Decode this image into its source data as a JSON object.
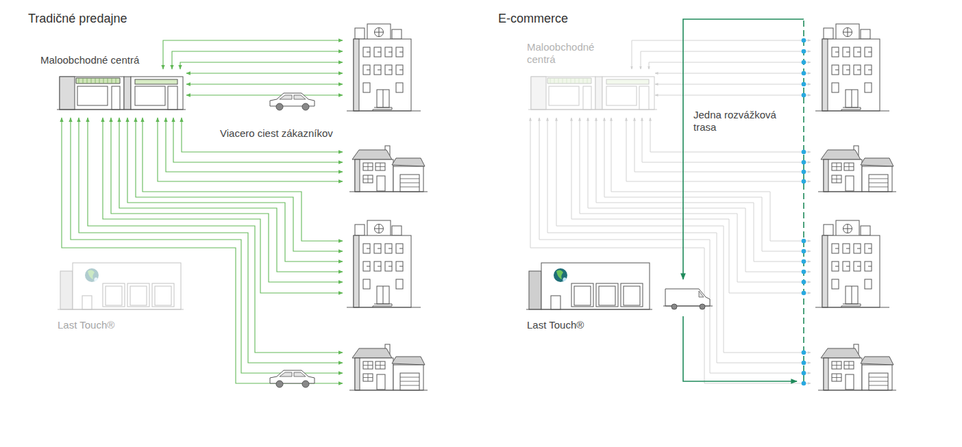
{
  "diagram": {
    "nodes": [
      {
        "text": [
          "Maloobchodné centrá"
        ]
      },
      {
        "text": [
          "Last Touch®"
        ]
      },
      {
        "text": [
          "Maloobchodné centrá"
        ]
      },
      {
        "text": [
          "Last Touch®"
        ]
      }
    ],
    "labels": [
      "Tradičné predajne",
      "Viacero ciest zákazníkov",
      "E-commerce",
      "Jedna rozvážková trasa"
    ]
  }
}
